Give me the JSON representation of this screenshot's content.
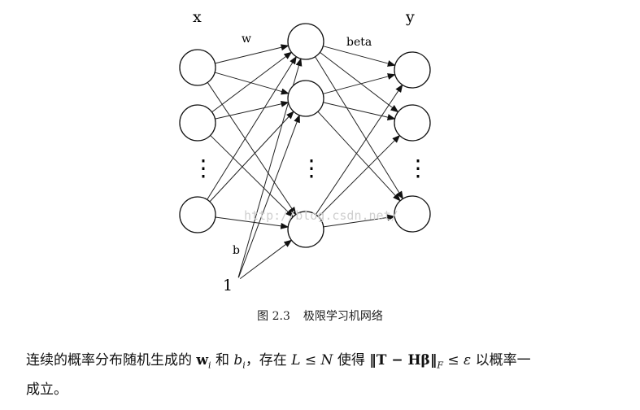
{
  "figure": {
    "label_x": "x",
    "label_y": "y",
    "label_w": "w",
    "label_beta": "beta",
    "label_b": "b",
    "label_bias": "1",
    "dots": "⋮",
    "watermark": "http://blog.csdn.net/"
  },
  "caption": {
    "number": "图 2.3",
    "title": "极限学习机网络"
  },
  "paragraph": {
    "text1": "连续的概率分布随机生成的",
    "w_sym": "w",
    "w_sub": "i",
    "and": "和",
    "b_sym": "b",
    "b_sub": "i",
    "text2": "，存在",
    "cond": "L ≤ N",
    "text3": "使得",
    "norm": "‖T − Hβ‖",
    "norm_sub": "F",
    "ineq": "≤ ε",
    "text4": "以概率一",
    "line2": "成立。"
  }
}
